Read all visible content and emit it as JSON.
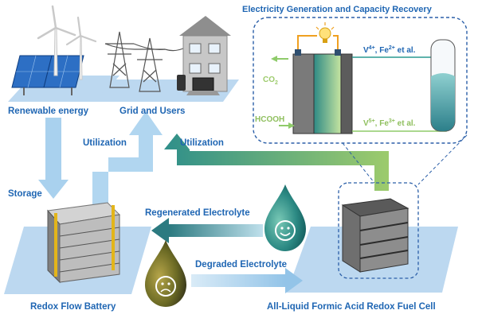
{
  "labels": {
    "renewable": "Renewable energy",
    "grid": "Grid and Users",
    "inset_title": "Electricity Generation and Capacity Recovery",
    "co2_main": "CO",
    "co2_sub": "2",
    "hcooh": "HCOOH",
    "v4_main": "V",
    "v4_sup": "4+",
    "v4_mid": ", Fe",
    "v4_sup2": "2+",
    "v4_end": " et al.",
    "v5_main": "V",
    "v5_sup": "5+",
    "v5_mid": ", Fe",
    "v5_sup2": "3+",
    "v5_end": " et al.",
    "utilization_left": "Utilization",
    "utilization_right": "Utilization",
    "storage": "Storage",
    "regenerated": "Regenerated Electrolyte",
    "degraded": "Degraded Electrolyte",
    "rfb": "Redox Flow Battery",
    "fuel_cell": "All-Liquid Formic Acid Redox Fuel Cell"
  },
  "icons": [
    "solar-panel-icon",
    "wind-turbine-icon",
    "transmission-tower-icon",
    "house-icon",
    "laptop-icon",
    "phone-icon",
    "lightbulb-icon",
    "battery-stack-icon",
    "fuel-cell-stack-icon",
    "happy-face-icon",
    "sad-face-icon"
  ],
  "colors": {
    "background": "#ffffff",
    "label_blue": "#1f66b3",
    "arrow_light_blue": "#a9d1ee",
    "arrow_teal": "#2f8f8a",
    "arrow_green": "#9dcb6c",
    "pad_blue": "#bcd8f0",
    "inset_border": "#2b5fa8",
    "drop_good": "#2c8a84",
    "drop_bad": "#6b6a24"
  }
}
